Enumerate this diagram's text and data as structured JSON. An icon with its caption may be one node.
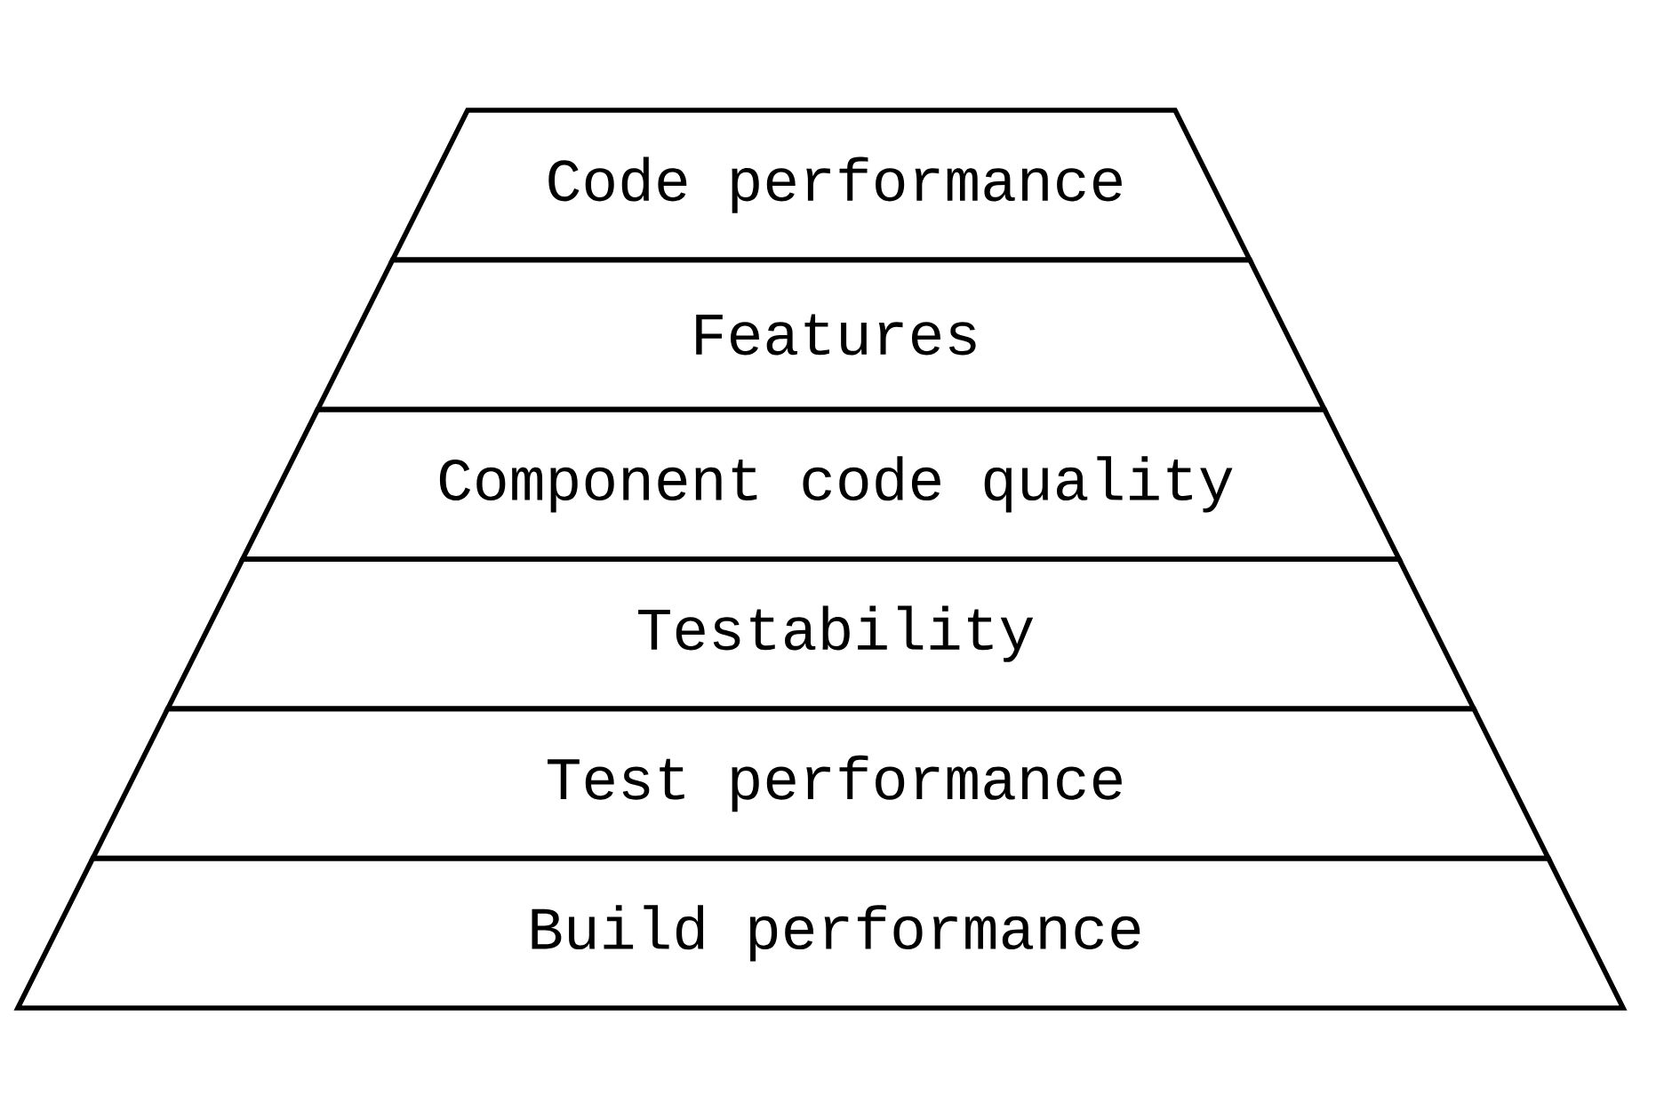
{
  "diagram": {
    "nodes": [
      {
        "text": [
          "Code performance"
        ]
      },
      {
        "text": [
          "Features"
        ]
      },
      {
        "text": [
          "Component code quality"
        ]
      },
      {
        "text": [
          "Testability"
        ]
      },
      {
        "text": [
          "Test performance"
        ]
      },
      {
        "text": [
          "Build performance"
        ]
      }
    ]
  }
}
